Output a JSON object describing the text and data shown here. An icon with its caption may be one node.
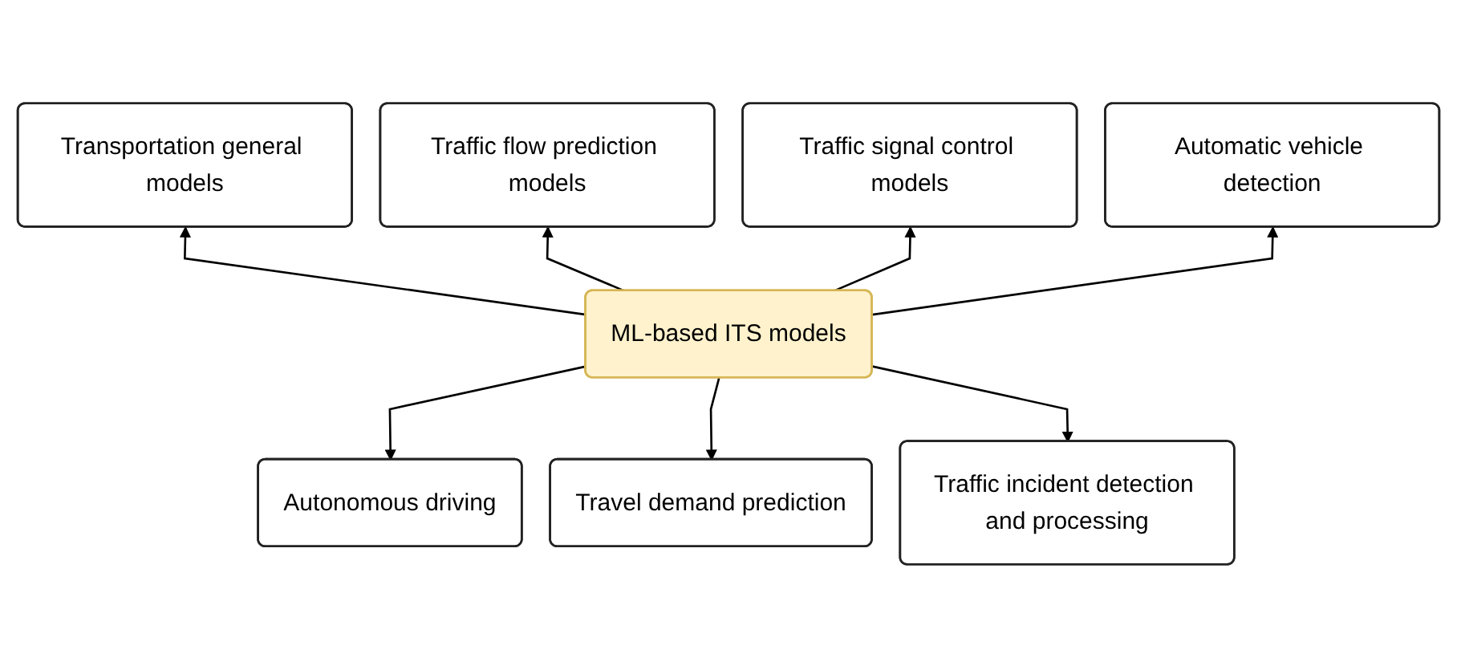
{
  "diagram": {
    "nodes": [
      {
        "text": [
          "Transportation general models"
        ]
      },
      {
        "text": [
          "Traffic flow prediction models"
        ]
      },
      {
        "text": [
          "Traffic signal control models"
        ]
      },
      {
        "text": [
          "Automatic vehicle detection"
        ]
      },
      {
        "text": [
          "ML-based ITS models"
        ]
      },
      {
        "text": [
          "Autonomous driving"
        ]
      },
      {
        "text": [
          "Travel demand prediction"
        ]
      },
      {
        "text": [
          "Traffic incident detection and processing"
        ]
      }
    ],
    "edges": [
      {
        "from": 4,
        "to": 0,
        "arrow": "to"
      },
      {
        "from": 4,
        "to": 1,
        "arrow": "to"
      },
      {
        "from": 4,
        "to": 2,
        "arrow": "to"
      },
      {
        "from": 4,
        "to": 3,
        "arrow": "to"
      },
      {
        "from": 4,
        "to": 5,
        "arrow": "to"
      },
      {
        "from": 4,
        "to": 6,
        "arrow": "to"
      },
      {
        "from": 4,
        "to": 7,
        "arrow": "to"
      }
    ]
  }
}
